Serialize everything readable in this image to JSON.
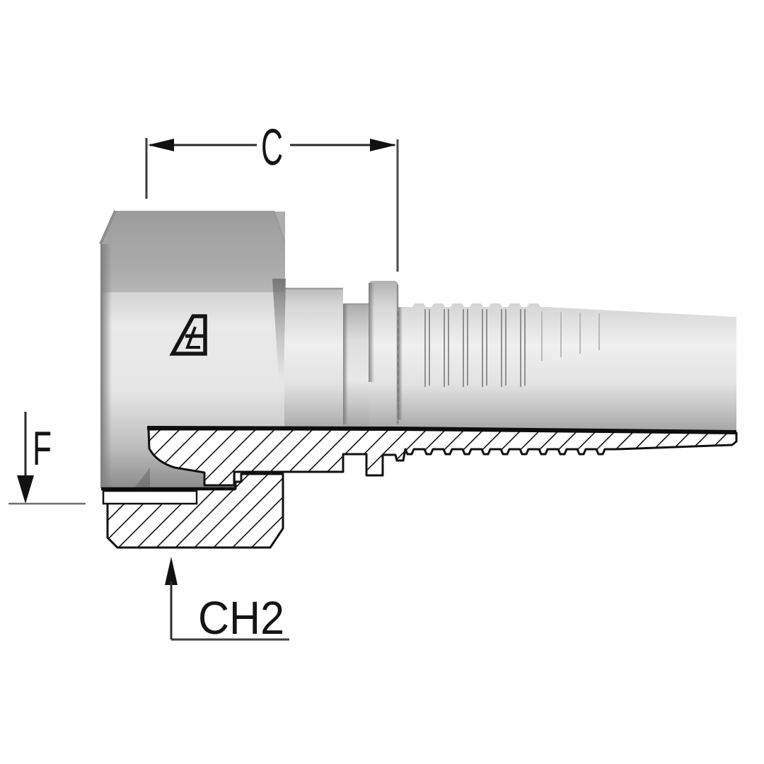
{
  "drawing": {
    "kind": "technical-section-drawing",
    "labels": {
      "c": "C",
      "f": "F",
      "ch2": "CH2"
    },
    "colors": {
      "background": "#ffffff",
      "outline": "#111111",
      "hatch_line": "#111111",
      "dimension_line": "#2a2a2a",
      "extension_line": "#555555",
      "metal_highlight": "#f0f0f0",
      "metal_mid": "#c9c9c9",
      "metal_dark": "#8d8d8d",
      "hex_top_face": "#a9a9a9"
    }
  }
}
